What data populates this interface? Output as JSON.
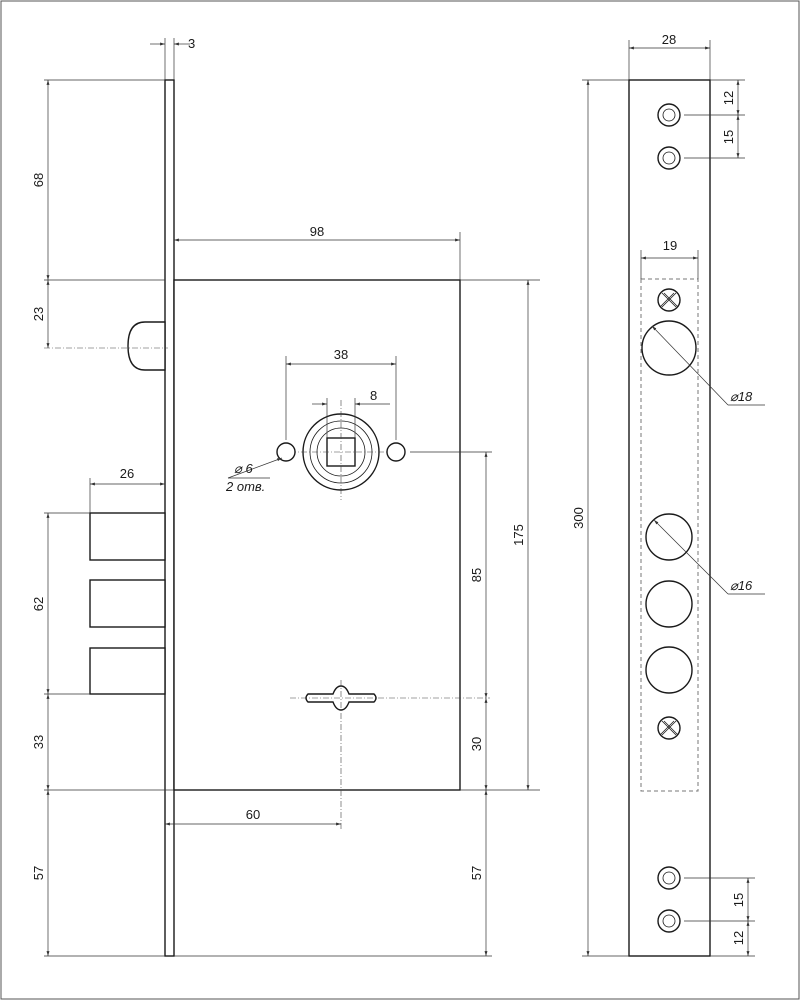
{
  "dimensions": {
    "faceplate_thickness": "3",
    "top_to_latch": "68",
    "latch_height": "23",
    "case_width": "98",
    "handle_holes_pitch": "38",
    "spindle_square": "8",
    "hole_diameter": "⌀ 6",
    "hole_count": "2 отв.",
    "bolt_projection": "26",
    "bolt_span": "62",
    "bolt_to_bottom": "33",
    "backset": "60",
    "bottom_length": "57",
    "bottom_length_right": "57",
    "spindle_to_key": "85",
    "key_to_bottom": "30",
    "case_height": "175",
    "total_length": "300",
    "strike_width": "28",
    "top_hole_offset": "12",
    "top_hole_pitch": "15",
    "bottom_hole_pitch": "15",
    "bottom_hole_offset": "12",
    "strike_window_width": "19",
    "latch_hole_diameter": "⌀18",
    "bolt_hole_diameter": "⌀16"
  }
}
